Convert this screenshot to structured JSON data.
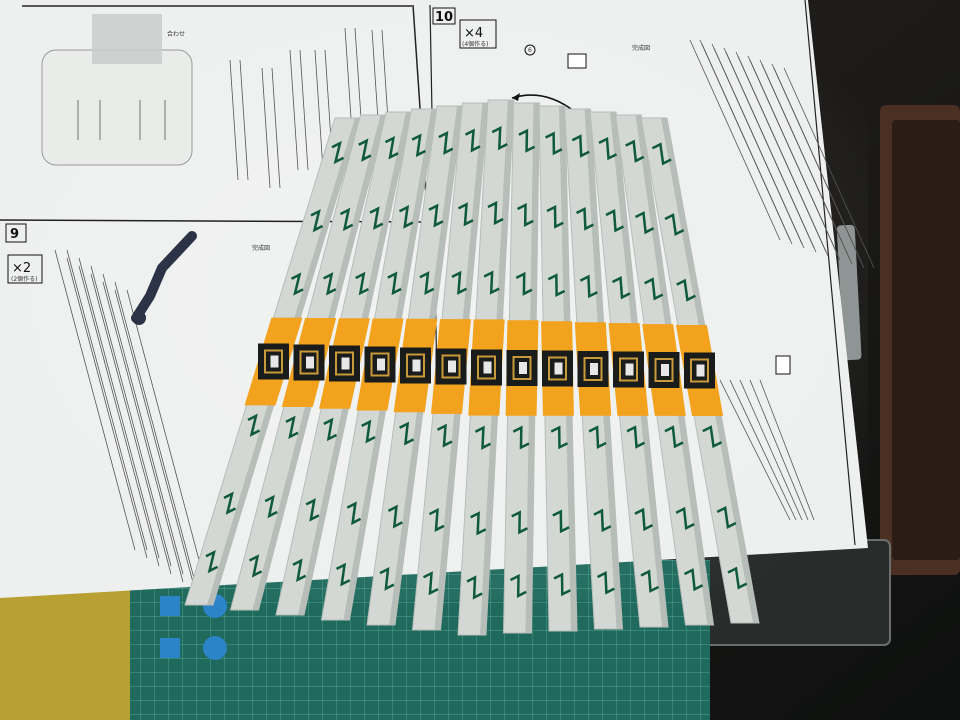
{
  "photo": {
    "subject": "",
    "colors": {
      "paper": "#eef0ef",
      "mat": "#1f6a5d",
      "mat_lines": "#5fb3a2",
      "desk": "#171a19",
      "part_body": "#d3d8d5",
      "part_shade": "#b7bdb9",
      "green_line": "#0f5a3c",
      "yellow_band": "#f2a21c",
      "dark_square": "#1a1c1b",
      "inner_square": "#c99a3a",
      "stand": "#5a3a28"
    }
  },
  "manual": {
    "step_9": {
      "number": "9",
      "quantity": "×2",
      "quantity_note": "(2個作る)",
      "result_label": "完成図"
    },
    "step_10": {
      "number": "10",
      "quantity": "×4",
      "quantity_note": "(4個作る)",
      "result_label": "完成図",
      "part_callout": "6"
    },
    "top_left_label": "合わせ"
  },
  "fins": {
    "count": 13
  }
}
